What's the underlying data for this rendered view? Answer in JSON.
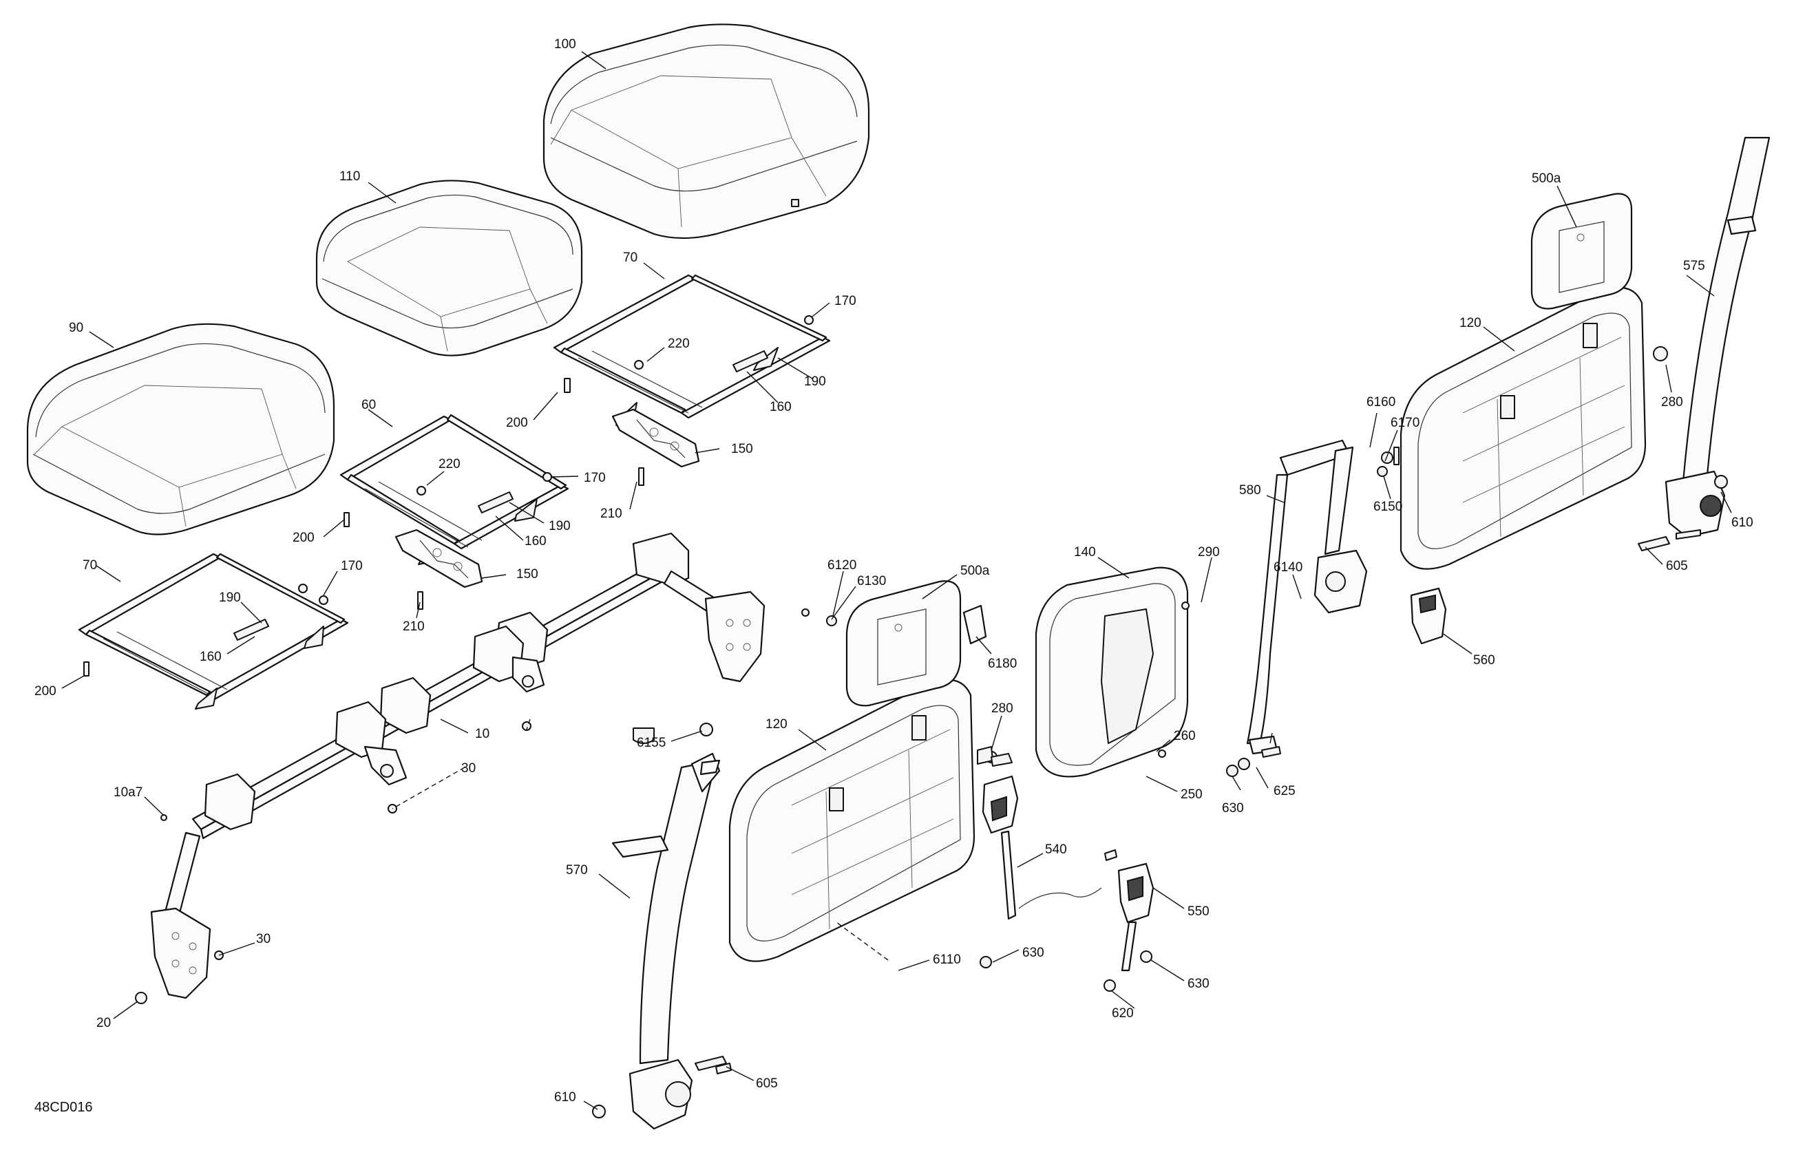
{
  "figure_code": "48CD016",
  "callouts": {
    "c100": "100",
    "c110": "110",
    "c90": "90",
    "c70a": "70",
    "c170a": "170",
    "c220a": "220",
    "c190a": "190",
    "c160a": "160",
    "c200a": "200",
    "c150a": "150",
    "c210a": "210",
    "c60": "60",
    "c220b": "220",
    "c170b": "170",
    "c190b": "190",
    "c160b": "160",
    "c200b": "200",
    "c150b": "150",
    "c210b": "210",
    "c70b": "70",
    "c170c": "170",
    "c190c": "190",
    "c160c": "160",
    "c200c": "200",
    "c10": "10",
    "c30a": "30",
    "c10a7": "10a7",
    "c30b": "30",
    "c20": "20",
    "c6120": "6120",
    "c6130": "6130",
    "c500a_left": "500a",
    "c6180": "6180",
    "c6155": "6155",
    "c120_left": "120",
    "c280_left": "280",
    "c570": "570",
    "c610_left": "610",
    "c605_left": "605",
    "c6110": "6110",
    "c540": "540",
    "c630a": "630",
    "c550": "550",
    "c630b": "630",
    "c620": "620",
    "c140": "140",
    "c290": "290",
    "c260": "260",
    "c250": "250",
    "c580": "580",
    "c6140": "6140",
    "c6160": "6160",
    "c6170": "6170",
    "c6150": "6150",
    "c625": "625",
    "c630c": "630",
    "c500a_right": "500a",
    "c575": "575",
    "c120_right": "120",
    "c280_right": "280",
    "c610_right": "610",
    "c605_right": "605",
    "c560": "560"
  }
}
